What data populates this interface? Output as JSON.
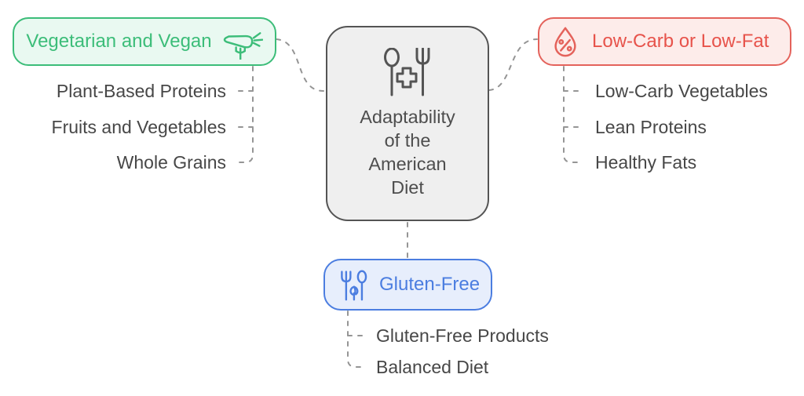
{
  "diagram": {
    "title": "Adaptability of the American Diet",
    "center": {
      "lines": [
        "Adaptability",
        "of the",
        "American",
        "Diet"
      ],
      "icon": "spoon-cross-fork-icon",
      "border_color": "#545454",
      "background": "#efefef",
      "text_color": "#4e4e4e"
    },
    "branches": [
      {
        "label": "Vegetarian and Vegan",
        "icon": "carrot-on-fork-icon",
        "position": "top-left",
        "accent_color": "#3cbd79",
        "background": "#e9f9f1",
        "items": [
          "Plant-Based Proteins",
          "Fruits and Vegetables",
          "Whole Grains"
        ]
      },
      {
        "label": "Low-Carb or Low-Fat",
        "icon": "droplet-percent-icon",
        "position": "top-right",
        "accent_color": "#e4625b",
        "background": "#fdecea",
        "items": [
          "Low-Carb Vegetables",
          "Lean Proteins",
          "Healthy Fats"
        ]
      },
      {
        "label": "Gluten-Free",
        "icon": "fork-leaf-spoon-icon",
        "position": "bottom",
        "accent_color": "#4b7de0",
        "background": "#e7eefc",
        "items": [
          "Gluten-Free Products",
          "Balanced Diet"
        ]
      }
    ],
    "connector_color": "#959595",
    "item_text_color": "#474747"
  }
}
